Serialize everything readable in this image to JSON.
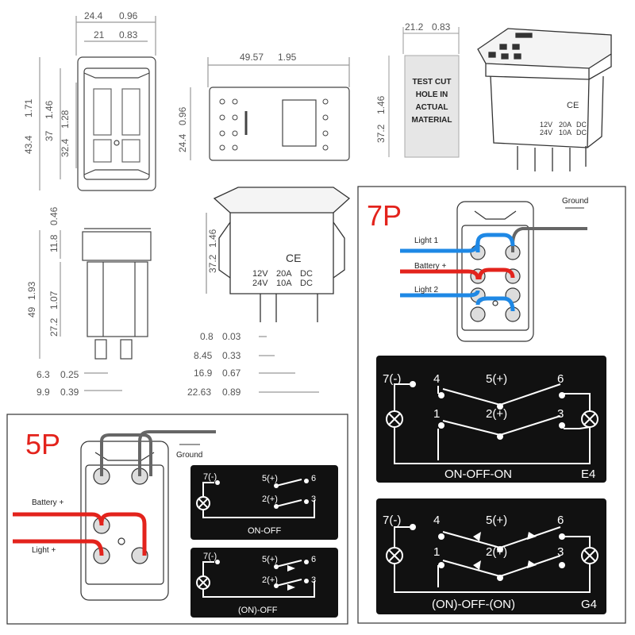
{
  "dimensions": {
    "top_width_outer": "24.4",
    "top_width_outer_in": "0.96",
    "top_width_inner": "21",
    "top_width_inner_in": "0.83",
    "height_outer": "43.4",
    "height_outer_in": "1.71",
    "height_mid": "37",
    "height_mid_in": "1.46",
    "height_inner": "32.4",
    "height_inner_in": "1.28",
    "side_length": "49.57",
    "side_length_in": "1.95",
    "side_height": "24.4",
    "side_height_in": "0.96",
    "cut_width": "21.2",
    "cut_width_in": "0.83",
    "cut_height": "37.2",
    "cut_height_in": "1.46",
    "front_top": "11.8",
    "front_top_in": "0.46",
    "front_total": "49",
    "front_total_in": "1.93",
    "front_body": "27.2",
    "front_body_in": "1.07",
    "front_pin1": "6.3",
    "front_pin1_in": "0.25",
    "front_pin2": "9.9",
    "front_pin2_in": "0.39",
    "side2_height": "37.2",
    "side2_height_in": "1.46",
    "pin_a": "0.8",
    "pin_a_in": "0.03",
    "pin_b": "8.45",
    "pin_b_in": "0.33",
    "pin_c": "16.9",
    "pin_c_in": "0.67",
    "pin_d": "22.63",
    "pin_d_in": "0.89"
  },
  "test_cut_text": [
    "TEST CUT",
    "HOLE IN",
    "ACTUAL",
    "MATERIAL"
  ],
  "rating": {
    "v1": "12V",
    "v2": "24V",
    "a1": "20A",
    "a2": "10A",
    "dc1": "DC",
    "dc2": "DC",
    "ce": "CE"
  },
  "seven_pin": {
    "title": "7P",
    "ground": "Ground",
    "light1": "Light 1",
    "battery": "Battery +",
    "light2": "Light 2",
    "e4": {
      "p7": "7(-)",
      "p4": "4",
      "p5": "5(+)",
      "p6": "6",
      "p1": "1",
      "p2": "2(+)",
      "p3": "3",
      "mode": "ON-OFF-ON",
      "code": "E4"
    },
    "g4": {
      "p7": "7(-)",
      "p4": "4",
      "p5": "5(+)",
      "p6": "6",
      "p1": "1",
      "p2": "2(+)",
      "p3": "3",
      "mode": "(ON)-OFF-(ON)",
      "code": "G4"
    }
  },
  "five_pin": {
    "title": "5P",
    "ground": "Ground",
    "battery": "Battery +",
    "light": "Light +",
    "on_off": {
      "p7": "7(-)",
      "p5": "5(+)",
      "p6": "6",
      "p2": "2(+)",
      "p3": "3",
      "mode": "ON-OFF"
    },
    "mom_off": {
      "p7": "7(-)",
      "p5": "5(+)",
      "p6": "6",
      "p2": "2(+)",
      "p3": "3",
      "mode": "(ON)-OFF"
    }
  },
  "colors": {
    "red": "#e3231c",
    "blue": "#1e88e5",
    "panel": "#111111"
  }
}
